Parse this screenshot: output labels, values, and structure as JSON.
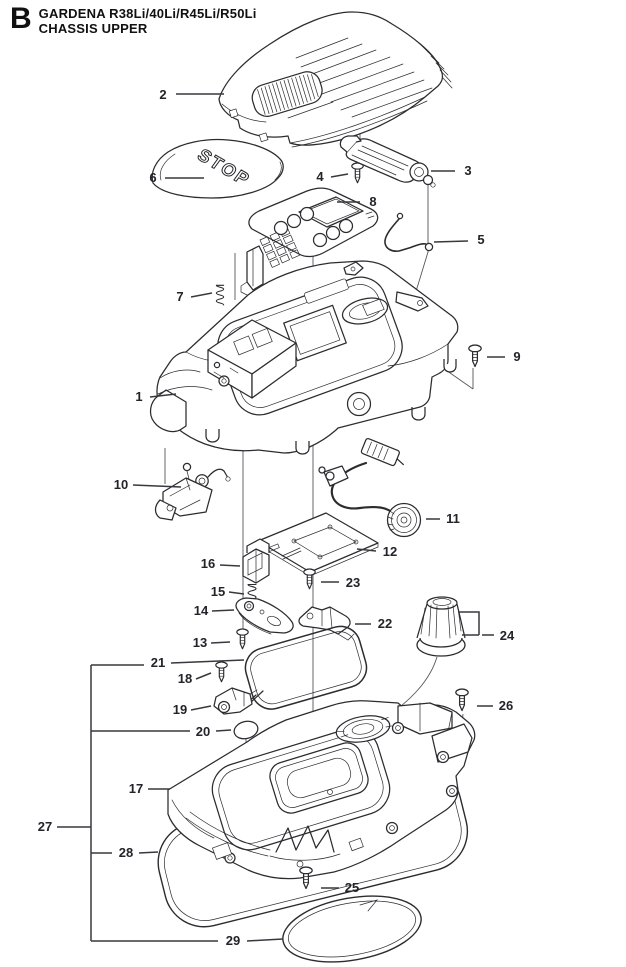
{
  "header": {
    "section_letter": "B",
    "model_line": "GARDENA  R38Li/40Li/R45Li/R50Li",
    "page_title": "CHASSIS UPPER"
  },
  "diagram": {
    "stop_text": "STOP",
    "callouts": [
      "1",
      "2",
      "3",
      "4",
      "5",
      "6",
      "7",
      "8",
      "9",
      "10",
      "11",
      "12",
      "13",
      "14",
      "15",
      "16",
      "17",
      "18",
      "19",
      "20",
      "21",
      "22",
      "23",
      "24",
      "25",
      "26",
      "27",
      "28",
      "29"
    ]
  },
  "colors": {
    "line_art": "#2b2b2f",
    "text": "#1c1c1e",
    "background": "#ffffff"
  }
}
